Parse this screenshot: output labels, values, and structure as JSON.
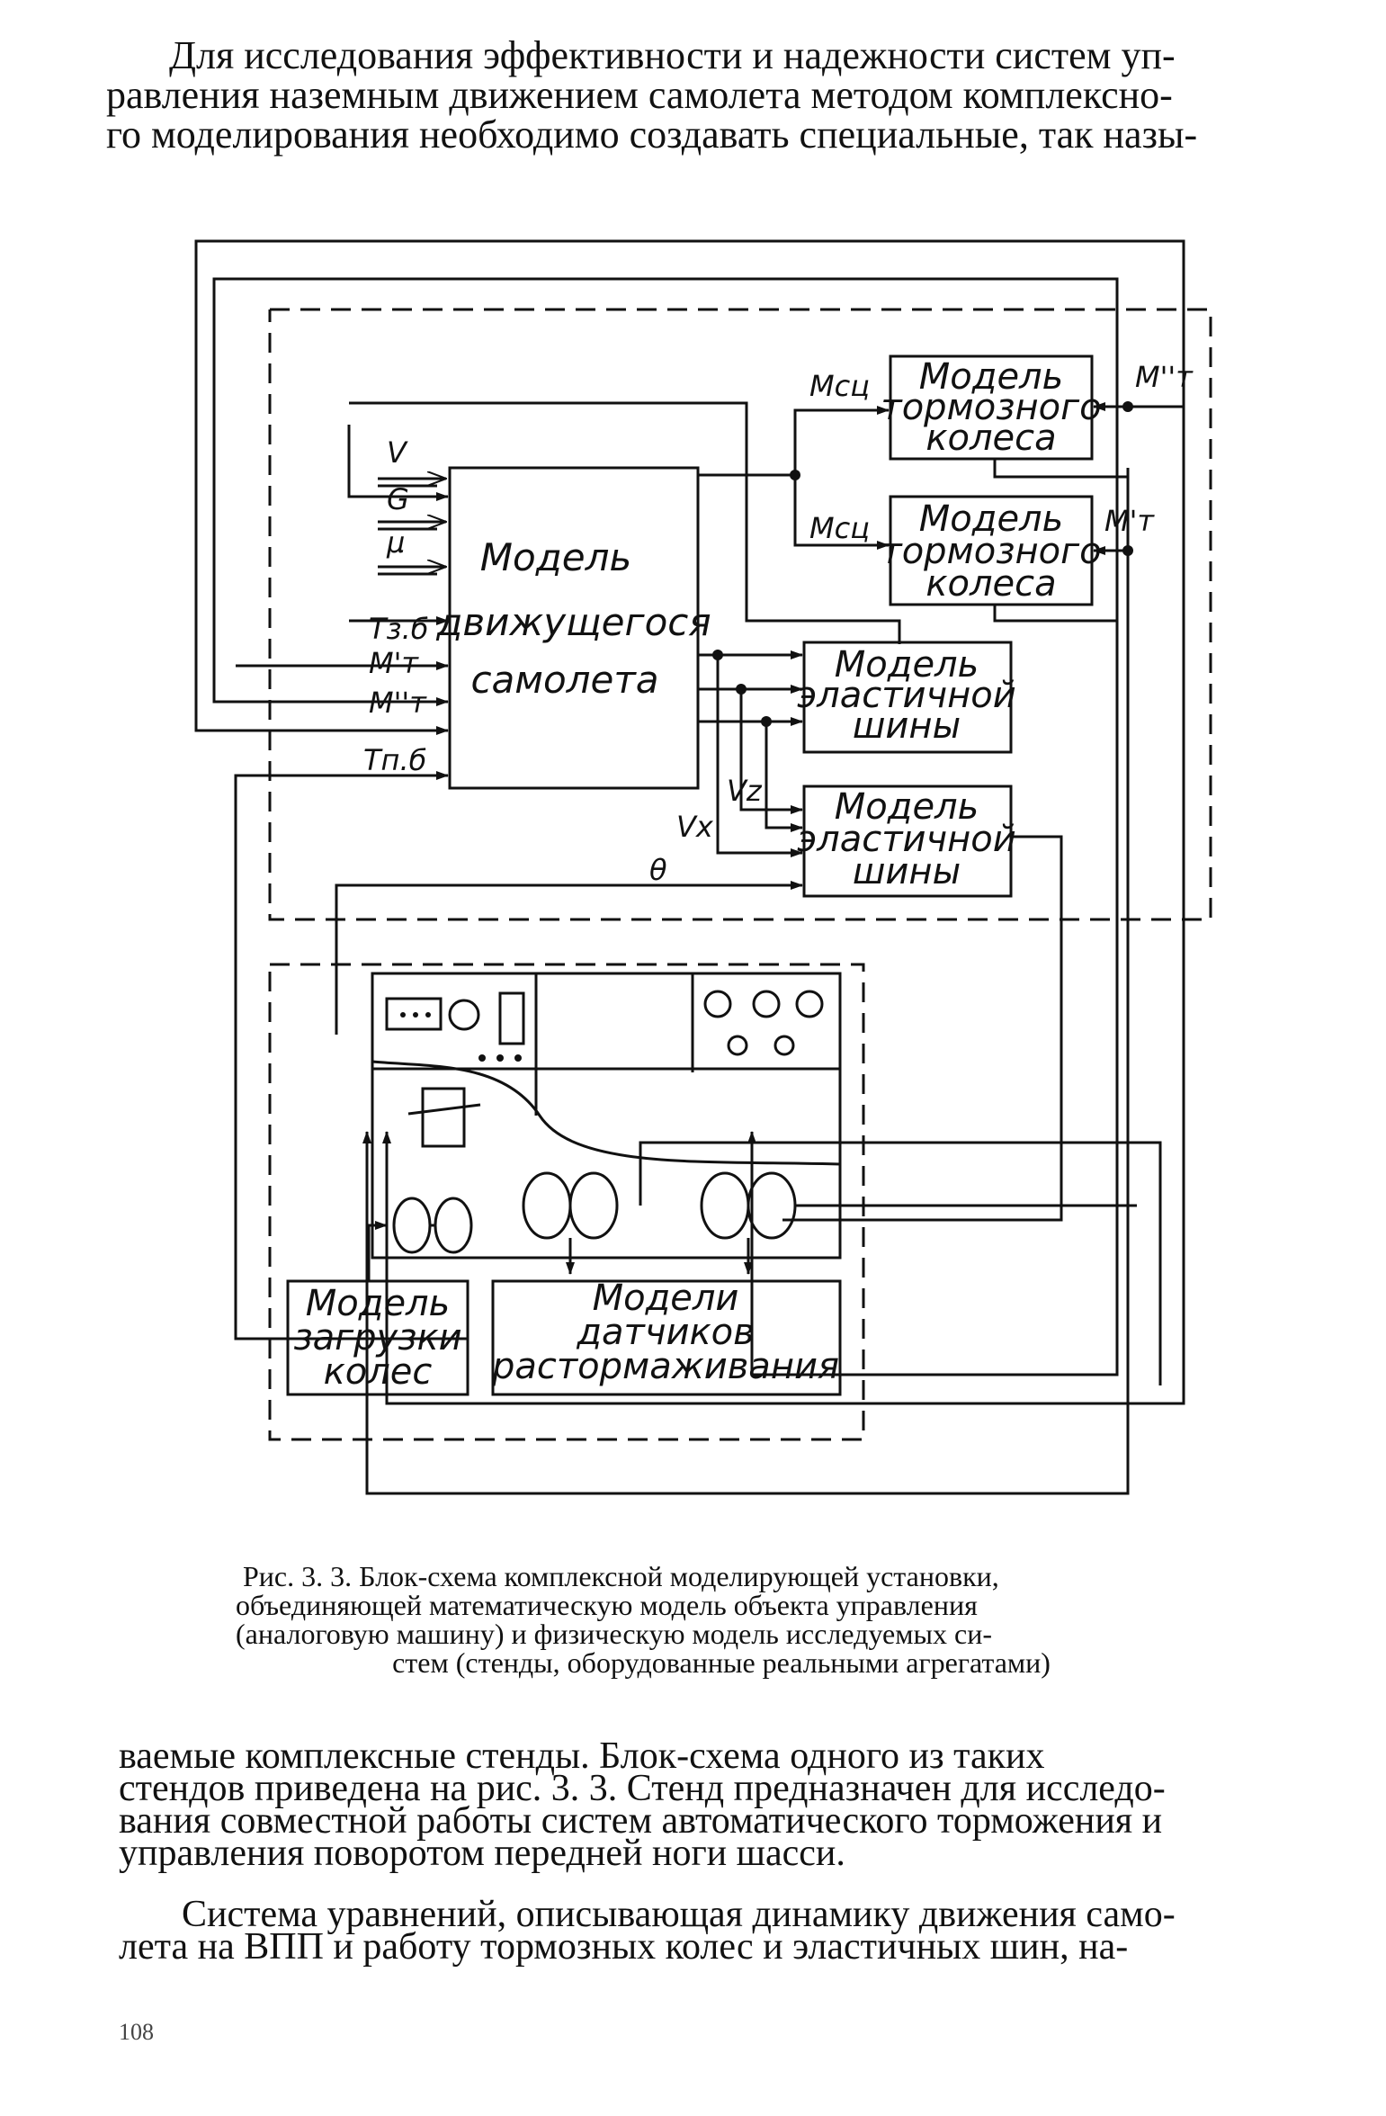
{
  "top_paragraph": {
    "lines": [
      "Для исследования эффективности и надежности систем уп-",
      "равления наземным движением самолета методом комплексно-",
      "го моделирования необходимо создавать специальные, так назы-"
    ]
  },
  "figure": {
    "blocks": {
      "brake_wheel_model_1": [
        "Модель",
        "тормозного",
        "колеса"
      ],
      "brake_wheel_model_2": [
        "Модель",
        "тормозного",
        "колеса"
      ],
      "aircraft_model": [
        "Модель",
        "движущегося",
        "самолета"
      ],
      "elastic_tire_model_1": [
        "Модель",
        "эластичной",
        "шины"
      ],
      "elastic_tire_model_2": [
        "Модель",
        "эластичной",
        "шины"
      ],
      "wheel_load_model": [
        "Модель",
        "загрузки",
        "колес"
      ],
      "sensor_models": [
        "Модели",
        "датчиков",
        "растормаживания"
      ]
    },
    "labels": {
      "m_sc_1": "Мсц",
      "m_sc_2": "Мсц",
      "mt2_right": "M''т",
      "mt1_right": "M'т",
      "input_v": "V",
      "input_g": "G",
      "input_mu": "μ",
      "t_zb": "Тз.б",
      "mt1_left": "M'т",
      "mt2_left": "M''т",
      "t_pb": "Тп.б",
      "v_z": "Vz",
      "v_x": "Vx",
      "theta": "θ"
    }
  },
  "caption": {
    "lines": [
      "Рис. 3. 3. Блок-схема комплексной моделирующей установки,",
      "объединяющей математическую модель объекта управления",
      "(аналоговую машину) и физическую модель исследуемых си-",
      "стем (стенды, оборудованные реальными агрегатами)"
    ]
  },
  "bottom_paragraph_1": {
    "lines": [
      "ваемые комплексные стенды. Блок-схема одного из таких",
      "стендов приведена на рис. 3. 3. Стенд предназначен для исследо-",
      "вания совместной работы систем автоматического торможения и",
      "управления поворотом передней ноги шасси."
    ]
  },
  "bottom_paragraph_2": {
    "lines": [
      "Система уравнений, описывающая динамику движения само-",
      "лета на ВПП и работу тормозных колес и эластичных шин, на-"
    ]
  },
  "page_number": "108"
}
